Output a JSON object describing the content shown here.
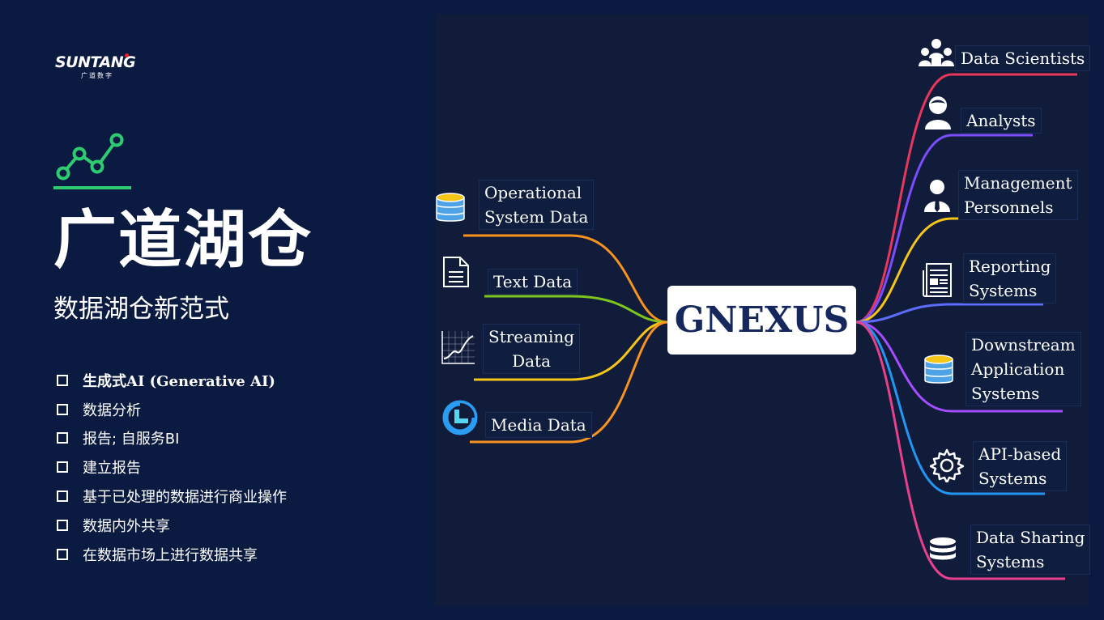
{
  "brand": {
    "logo_text": "SUNTANG",
    "logo_sub": "广道数字"
  },
  "hero": {
    "title": "广道湖仓",
    "subtitle": "数据湖仓新范式",
    "accent_color": "#2ecc71"
  },
  "bullets": [
    "生成式AI (Generative AI)",
    "数据分析",
    "报告; 自服务BI",
    "建立报告",
    "基于已处理的数据进行商业操作",
    "数据内外共享",
    "在数据市场上进行数据共享"
  ],
  "diagram": {
    "center": "GNEXUS",
    "sources": [
      {
        "label": "Operational\nSystem Data",
        "icon": "database-icon",
        "color": "#f7931e"
      },
      {
        "label": "Text Data",
        "icon": "document-icon",
        "color": "#7cc61e"
      },
      {
        "label": "Streaming\nData",
        "icon": "line-chart-icon",
        "color": "#f5c518"
      },
      {
        "label": "Media Data",
        "icon": "media-icon",
        "color": "#f7931e"
      }
    ],
    "consumers": [
      {
        "label": "Data Scientists",
        "icon": "team-icon",
        "color": "#e8365d"
      },
      {
        "label": "Analysts",
        "icon": "person-icon",
        "color": "#7b4dff"
      },
      {
        "label": "Management\nPersonnels",
        "icon": "manager-icon",
        "color": "#f5c518"
      },
      {
        "label": "Reporting\nSystems",
        "icon": "report-icon",
        "color": "#5b6cff"
      },
      {
        "label": "Downstream\nApplication\nSystems",
        "icon": "database-icon",
        "color": "#a54dff"
      },
      {
        "label": "API-based\nSystems",
        "icon": "gear-icon",
        "color": "#2196f3"
      },
      {
        "label": "Data Sharing\nSystems",
        "icon": "storage-icon",
        "color": "#e8408c"
      }
    ]
  }
}
